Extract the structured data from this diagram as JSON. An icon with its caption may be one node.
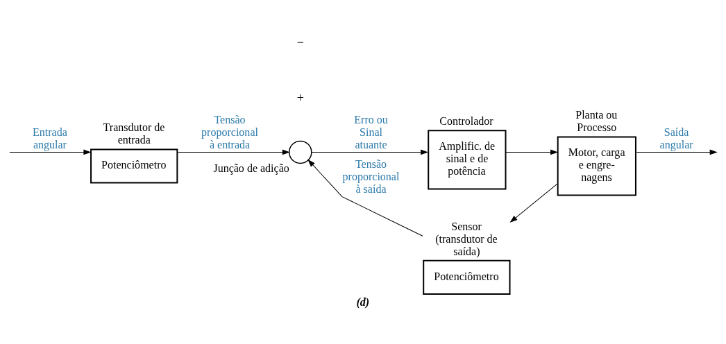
{
  "diagram": {
    "caption": "(d)",
    "nodes": [
      {
        "text": [
          "Transdutor de entrada",
          "Potenciômetro"
        ]
      },
      {
        "text": [],
        "shape": "circle",
        "beside": [
          "Junção de adição"
        ]
      },
      {
        "text": [
          "Controlador",
          "Amplific. de sinal e de potência"
        ]
      },
      {
        "text": [
          "Planta ou Processo",
          "Motor, carga e engre- nagens"
        ]
      },
      {
        "text": [
          "Sensor (transdutor de saída)",
          "Potenciômetro"
        ]
      }
    ],
    "edges": [
      {
        "from": null,
        "to": 0,
        "arrow": "to",
        "label": "Entrada angular"
      },
      {
        "from": 0,
        "to": 1,
        "arrow": "to",
        "label": "Tensão proporcional à entrada"
      },
      {
        "from": 1,
        "to": 2,
        "arrow": "to",
        "label": "Erro ou Sinal atuante"
      },
      {
        "from": 2,
        "to": 3,
        "arrow": "to"
      },
      {
        "from": 3,
        "to": null,
        "arrow": "to",
        "label": "Saída angular"
      },
      {
        "from": 3,
        "to": 4,
        "arrow": "to"
      },
      {
        "from": 4,
        "to": 1,
        "arrow": "to",
        "label": "Tensão proporcional à saída"
      }
    ],
    "labels": [
      "+",
      "−"
    ]
  }
}
